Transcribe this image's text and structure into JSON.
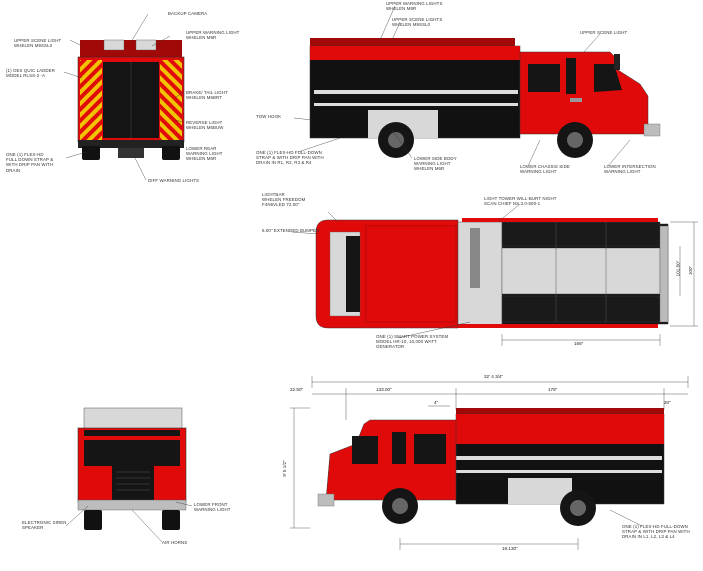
{
  "colors": {
    "body_red": "#e00a0a",
    "dark_red": "#a10808",
    "black": "#111111",
    "compartment_gray": "#d8d8d8",
    "chevron_yellow": "#f2c300",
    "chrome": "#bdbdbd",
    "line": "#222222"
  },
  "labels": {
    "backup_camera": "BACKUP CAMERA",
    "upper_scene_light_rear": "UPPER SCENE LIGHT\nWHELEN M9SSL0",
    "upper_warning_light_rear": "UPPER WARNING LIGHT\nWHELEN M9R",
    "ladder_rack": "(1) OES QUIC LADDER\nMODEL RLSS-2 -A",
    "brake_tail_light": "BRAKE/ TAIL LIGHT\nWHELEN M6BRT",
    "reverse_light": "REVERSE LIGHT\nWHELEN M6BUW",
    "lower_rear_warning": "LOWER REAR\nWARNING LIGHT\nWHELEN M6R",
    "rear_fold_down_step": "ONE (1) FLEX-HD\nFULL DOWN STRAP &\nWITH DRIP PAN WITH\nDRAIN",
    "diff_warning_lights": "DIFF WARNING LIGHTS",
    "upper_warning_lights_side": "UPPER WARNING LIGHTS\nWHELEN M9R",
    "upper_scene_lights_side": "UPPER SCENE LIGHTS\nWHELEN M9SSL0",
    "upper_scene_light_cab": "UPPER SCENE LIGHT",
    "tow_hook": "TOW HOOK",
    "side_fold_down_step": "ONE (1) FLEX-HD FULL-DOWN\nSTRAP & WITH DRIP PAN WITH\nDRAIN IN R1, R2, R3 & R4",
    "lower_side_body_warning": "LOWER SIDE BODY\nWARNING LIGHT\nWHELEN M6R",
    "lower_chassis_warning": "LOWER CHASSIS SIDE\nWARNING LIGHT",
    "lower_intersection_warning": "LOWER INTERSECTION\nWARNING LIGHT",
    "lightbar": "LIGHTBAR\nWHELEN FREEDOM\nF4N5VLED 72.00\"",
    "extended_bumper": "6.00\" EXTENDED BUMPER",
    "light_tower": "LIGHT TOWER WILL-BURT NIGHT\nSCAN CHIEF NS 3.0-600-1",
    "generator": "ONE (1) SMART POWER SYSTEM\nMODEL HR-10, 10,000 WATT\nGENERATOR",
    "electronic_siren": "ELECTRONIC SIREN\nSPEAKER",
    "air_horns": "AIR HORNS",
    "lower_front_warning": "LOWER FRONT\nWARNING LIGHT",
    "left_fold_down_step": "ONE (1) FLEX-HD FULL-DOWN\nSTRAP & WITH DRIP PAN WITH\nDRAIN IN L1, L2, L3 & L4"
  },
  "dimensions": {
    "top_body_width": "100\"",
    "top_body_height": "101.50\"",
    "top_compartment_length": "166\"",
    "overall_length": "32' 4 3/4\"",
    "front_overhang": "22.50\"",
    "cab_length": "133.00\"",
    "body_length": "178\"",
    "step_gap": "4\"",
    "rear_overhang": "20\"",
    "overall_height": "9' 5 1/2\"",
    "wheelbase": "19.130\""
  }
}
